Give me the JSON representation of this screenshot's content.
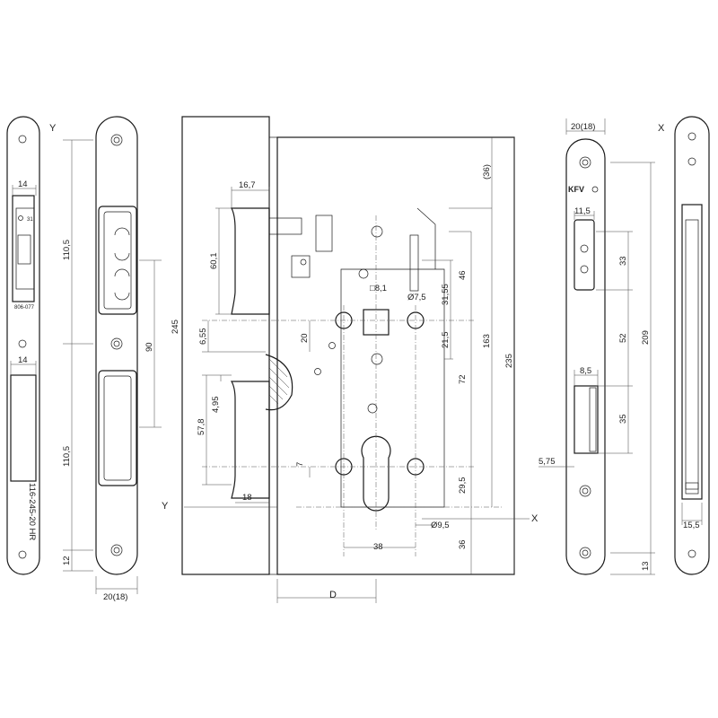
{
  "view_labels": {
    "y_left": "Y",
    "y_mid": "Y",
    "x_right": "X",
    "x_mid": "X",
    "d": "D"
  },
  "brand": "KFV",
  "left_view": {
    "dim_14_top": "14",
    "dim_14_bottom": "14",
    "small_31": "31",
    "part_code": "806-077",
    "vertical_text": "116-245-20 HR"
  },
  "front_plate": {
    "dim_110_5_top": "110,5",
    "dim_90": "90",
    "dim_110_5_bottom": "110,5",
    "dim_12": "12",
    "dim_width": "20(18)"
  },
  "case": {
    "dim_245": "245",
    "dim_16_7": "16,7",
    "dim_60_1": "60,1",
    "dim_6_55": "6,55",
    "dim_4_95": "4,95",
    "dim_57_8": "57,8",
    "dim_18": "18",
    "dim_20": "20",
    "dim_7": "7",
    "dim_sq_8_1": "□8,1",
    "dim_dia_7_5": "Ø7,5",
    "dim_31_55": "31,55",
    "dim_21_5": "21,5",
    "dim_46": "46",
    "dim_36_paren": "(36)",
    "dim_72": "72",
    "dim_163": "163",
    "dim_235": "235",
    "dim_29_5": "29,5",
    "dim_dia_9_5": "Ø9,5",
    "dim_38": "38",
    "dim_36": "36"
  },
  "strike_plate": {
    "dim_width": "20(18)",
    "dim_11_5": "11,5",
    "dim_33": "33",
    "dim_52": "52",
    "dim_8_5": "8,5",
    "dim_35": "35",
    "dim_5_75": "5,75",
    "dim_209": "209",
    "dim_13": "13",
    "dim_15_5": "15,5"
  }
}
